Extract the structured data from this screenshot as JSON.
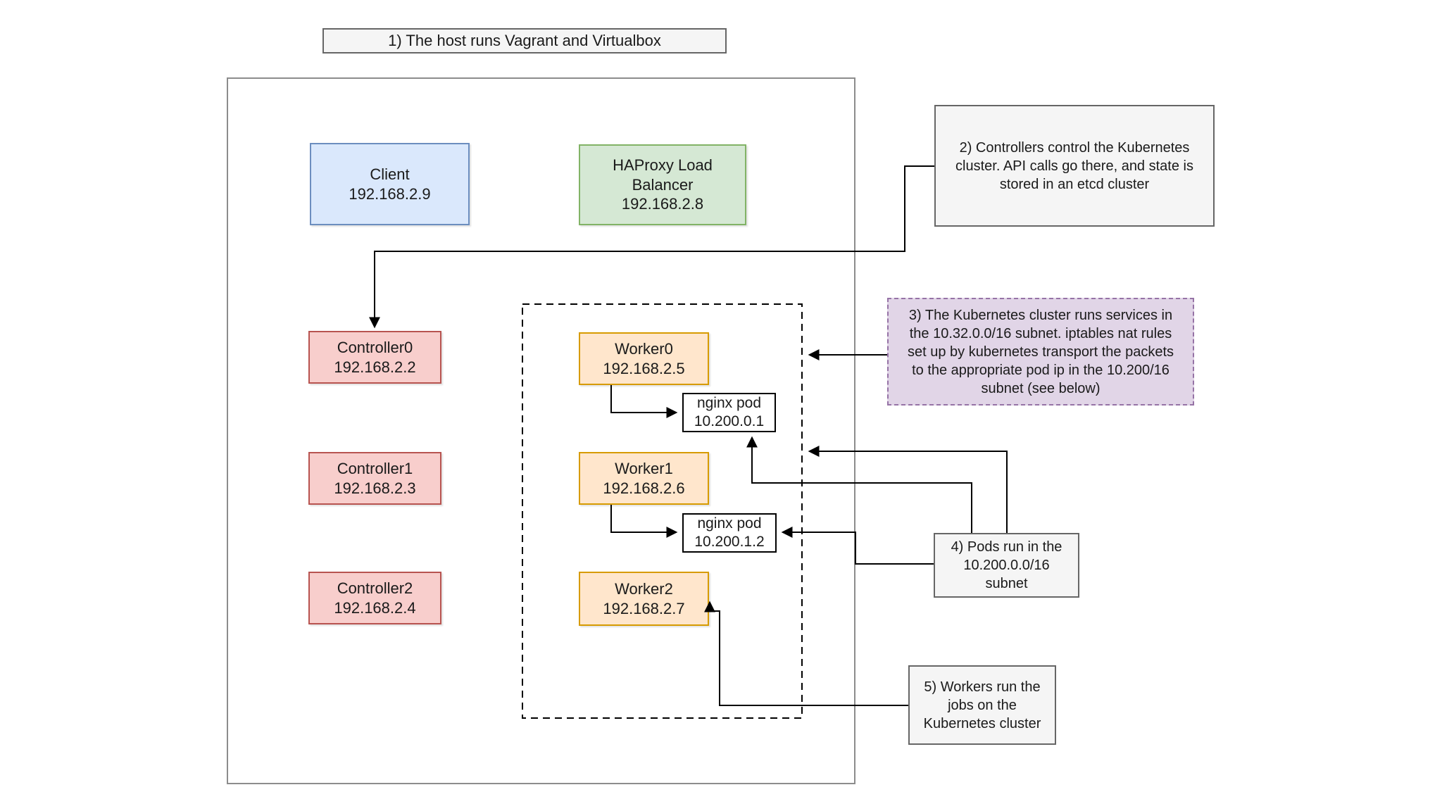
{
  "annotations": {
    "note1": "1) The host runs Vagrant and Virtualbox",
    "note2": "2) Controllers control the Kubernetes\ncluster. API calls go there, and state is\nstored in an etcd cluster",
    "note3": "3) The Kubernetes cluster runs services in\nthe 10.32.0.0/16 subnet. iptables nat rules\nset up by kubernetes transport the packets\nto the appropriate pod ip in the 10.200/16\nsubnet (see below)",
    "note4": "4) Pods run in the\n10.200.0.0/16\nsubnet",
    "note5": "5) Workers run the\njobs on the\nKubernetes cluster"
  },
  "nodes": {
    "client": {
      "label": "Client",
      "ip": "192.168.2.9"
    },
    "haproxy": {
      "label": "HAProxy Load\nBalancer",
      "ip": "192.168.2.8"
    },
    "controller0": {
      "label": "Controller0",
      "ip": "192.168.2.2"
    },
    "controller1": {
      "label": "Controller1",
      "ip": "192.168.2.3"
    },
    "controller2": {
      "label": "Controller2",
      "ip": "192.168.2.4"
    },
    "worker0": {
      "label": "Worker0",
      "ip": "192.168.2.5"
    },
    "worker1": {
      "label": "Worker1",
      "ip": "192.168.2.6"
    },
    "worker2": {
      "label": "Worker2",
      "ip": "192.168.2.7"
    },
    "pod0": {
      "label": "nginx pod",
      "ip": "10.200.0.1"
    },
    "pod1": {
      "label": "nginx pod",
      "ip": "10.200.1.2"
    }
  },
  "colors": {
    "client_fill": "#dae8fc",
    "client_border": "#6c8ebf",
    "haproxy_fill": "#d5e8d4",
    "haproxy_border": "#82b366",
    "controller_fill": "#f8cecc",
    "controller_border": "#b85450",
    "worker_fill": "#ffe6cc",
    "worker_border": "#d79b00",
    "pod_fill": "#ffffff",
    "pod_border": "#000000",
    "note_fill": "#f5f5f5",
    "note_border": "#666666",
    "subnet_note_fill": "#e1d5e7",
    "subnet_note_border": "#9673a6",
    "host_border": "#8c8c8c",
    "cluster_border": "#000000",
    "connector": "#000000"
  }
}
